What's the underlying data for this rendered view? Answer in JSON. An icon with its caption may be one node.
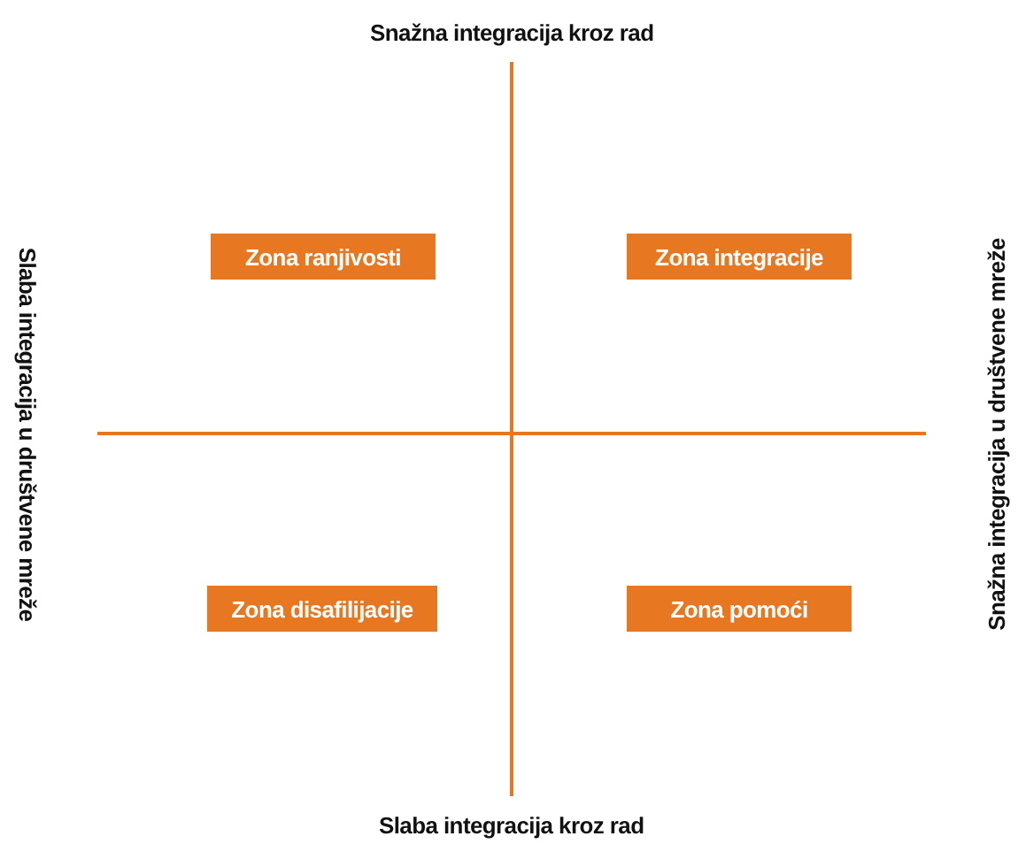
{
  "diagram": {
    "nodes": [
      {
        "text": [
          "Zona ranjivosti"
        ]
      },
      {
        "text": [
          "Zona integracije"
        ]
      },
      {
        "text": [
          "Zona disafilijacije"
        ]
      },
      {
        "text": [
          "Zona pomoći"
        ]
      }
    ],
    "labels": [
      "Snažna integracija kroz rad",
      "Slaba integracija u društvene mreže",
      "Snažna integracija u društvene mreže",
      "Slaba integracija kroz rad"
    ]
  }
}
